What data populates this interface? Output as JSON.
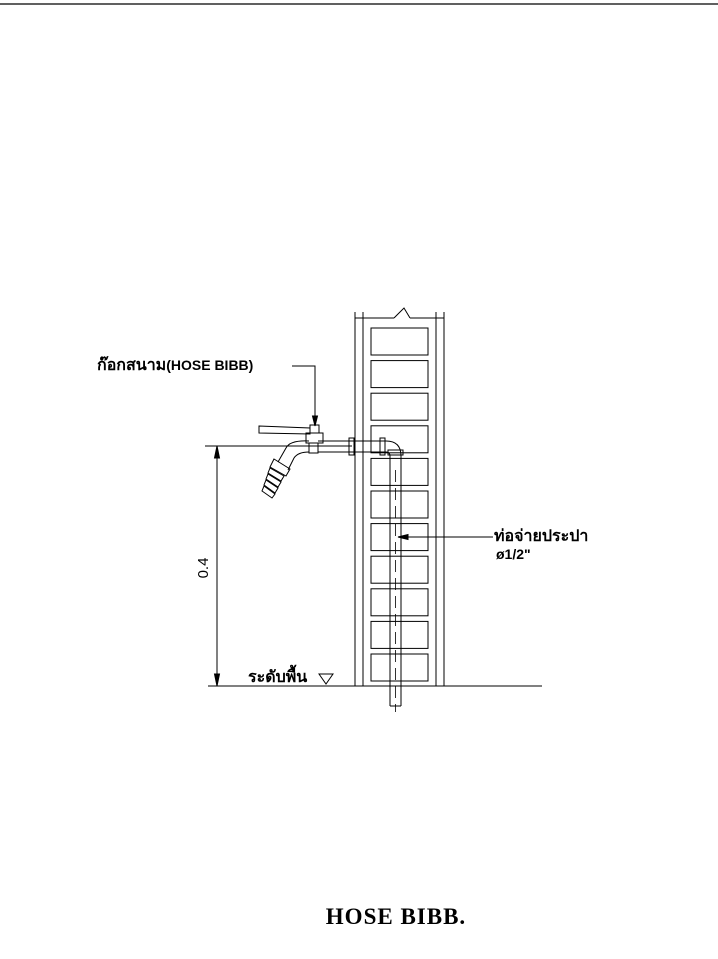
{
  "diagram": {
    "labels": {
      "faucet_thai": "ก๊อกสนาม",
      "faucet_en": "(HOSE BIBB)",
      "pipe_thai": "ท่อจ่ายประปา",
      "pipe_size": "ø1/2\"",
      "height_value": "0.4",
      "floor_level": "ระดับพื้น"
    },
    "title": "HOSE BIBB."
  }
}
